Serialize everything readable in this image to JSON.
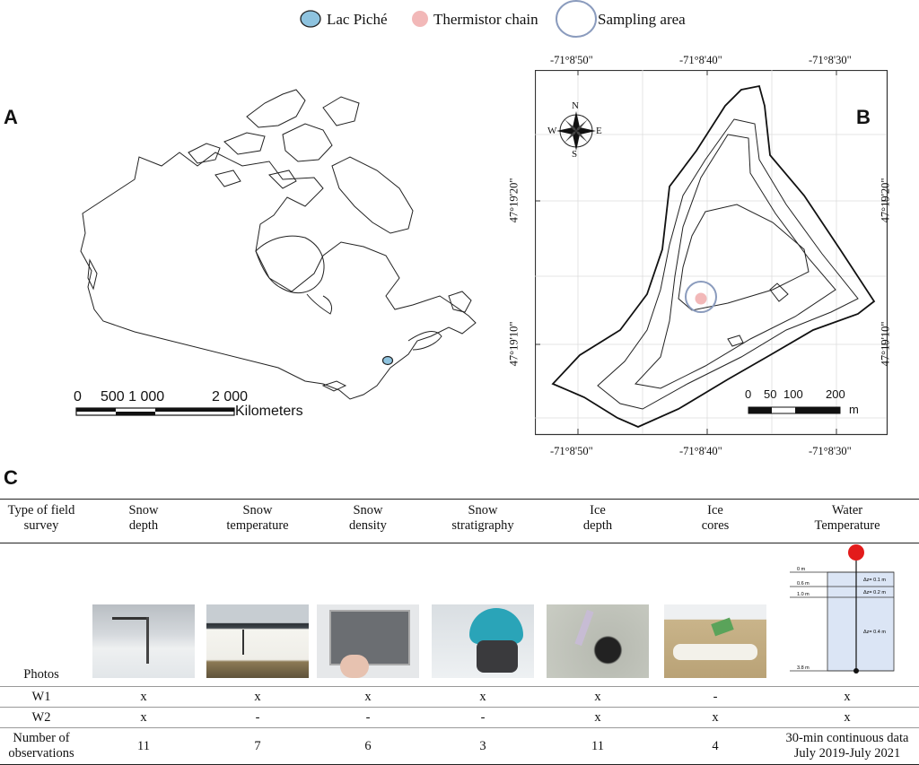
{
  "legend": {
    "lake": "Lac Piché",
    "thermistor": "Thermistor chain",
    "sampling": "Sampling area",
    "colors": {
      "lake": "#8ec3df",
      "thermistor": "#f2b8b8",
      "sampling": "#8a9bbd"
    }
  },
  "panel_a": {
    "letter": "A",
    "scale_labels": [
      "0",
      "500 1 000",
      "2 000"
    ],
    "scale_unit": "Kilometers"
  },
  "panel_b": {
    "letter": "B",
    "top_ticks": [
      "-71°8'50\"",
      "-71°8'40\"",
      "-71°8'30\""
    ],
    "bottom_ticks": [
      "-71°8'50\"",
      "-71°8'40\"",
      "-71°8'30\""
    ],
    "left_ticks": [
      "47°19'20\"",
      "47°19'10\""
    ],
    "right_ticks": [
      "47°19'20\"",
      "47°19'10\""
    ],
    "compass": {
      "n": "N",
      "s": "S",
      "e": "E",
      "w": "W"
    },
    "scale_labels": [
      "0",
      "50",
      "100",
      "200"
    ],
    "scale_unit": "m"
  },
  "panel_c": {
    "letter": "C",
    "headers": [
      "Type of field\nsurvey",
      "Snow\ndepth",
      "Snow\ntemperature",
      "Snow\ndensity",
      "Snow\nstratigraphy",
      "Ice\ndepth",
      "Ice\ncores",
      "Water\nTemperature"
    ],
    "photos_label": "Photos",
    "rows": [
      {
        "label": "W1",
        "cells": [
          "x",
          "x",
          "x",
          "x",
          "x",
          "-",
          "x"
        ]
      },
      {
        "label": "W2",
        "cells": [
          "x",
          "-",
          "-",
          "-",
          "x",
          "x",
          "x"
        ]
      }
    ],
    "obs_label": "Number of\nobservations",
    "obs": [
      "11",
      "7",
      "6",
      "3",
      "11",
      "4",
      "30-min continuous data\nJuly 2019-July 2021"
    ],
    "thermistor_diagram": {
      "depths": [
        "0 m",
        "0.6 m",
        "1.0 m",
        "3.8 m"
      ],
      "intervals": [
        "Δz= 0.1 m",
        "Δz= 0.2 m",
        "Δz= 0.4 m"
      ]
    }
  }
}
